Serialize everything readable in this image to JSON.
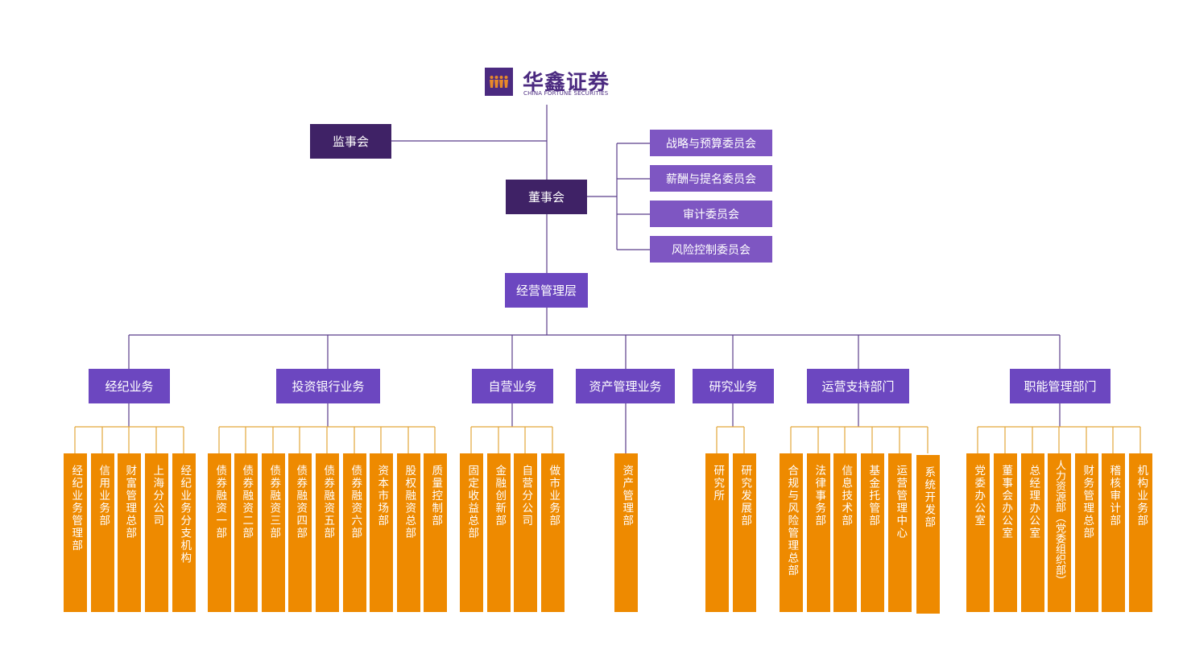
{
  "logo": {
    "cn": "华鑫证券",
    "en": "CHINA FORTUNE SECURITIES",
    "color": "#4b2a80",
    "mark_accent": "#e8892a"
  },
  "org": {
    "supervisory_board": "监事会",
    "board": "董事会",
    "committees": [
      "战略与预算委员会",
      "薪酬与提名委员会",
      "审计委员会",
      "风险控制委员会"
    ],
    "management": "经营管理层",
    "divisions": [
      {
        "name": "经纪业务",
        "departments": [
          "经纪业务管理部",
          "信用业务部",
          "财富管理总部",
          "上海分公司",
          "经纪业务分支机构"
        ]
      },
      {
        "name": "投资银行业务",
        "departments": [
          "债券融资一部",
          "债券融资二部",
          "债券融资三部",
          "债券融资四部",
          "债券融资五部",
          "债券融资六部",
          "资本市场部",
          "股权融资总部",
          "质量控制部"
        ]
      },
      {
        "name": "自营业务",
        "departments": [
          "固定收益总部",
          "金融创新部",
          "自营分公司",
          "做市业务部"
        ]
      },
      {
        "name": "资产管理业务",
        "departments": [
          "资产管理部"
        ]
      },
      {
        "name": "研究业务",
        "departments": [
          "研究所",
          "研究发展部"
        ]
      },
      {
        "name": "运营支持部门",
        "departments": [
          "合规与风险管理总部",
          "法律事务部",
          "信息技术部",
          "基金托管部",
          "运营管理中心",
          "系统开发部"
        ]
      },
      {
        "name": "职能管理部门",
        "departments": [
          "党委办公室",
          "董事会办公室",
          "总经理办公室",
          "人力资源部（党委组织部）",
          "财务管理总部",
          "稽核审计部",
          "机构业务部"
        ]
      }
    ]
  },
  "colors": {
    "dark_purple": "#3f2266",
    "mid_purple": "#7e56c2",
    "category_purple": "#6c47c0",
    "orange": "#ee8a00",
    "purple_line": "#5b3d8a",
    "orange_line": "#e3a63a"
  }
}
